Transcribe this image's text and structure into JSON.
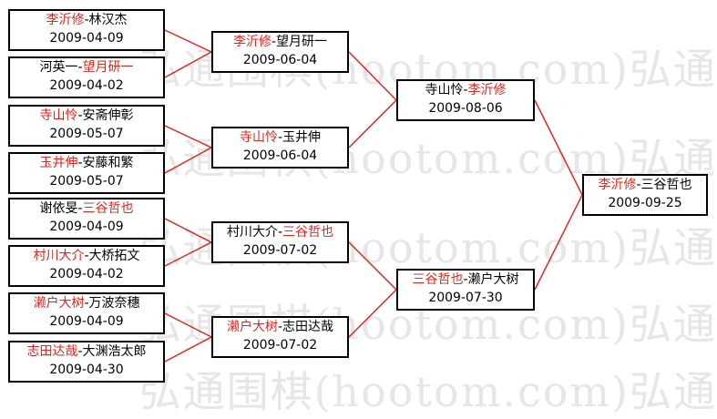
{
  "watermark": "弘通围棋(hootom.com)弘通",
  "round1": [
    {
      "winner_first": true,
      "p1": "李沂修",
      "p2": "林汉杰",
      "date": "2009-04-09"
    },
    {
      "winner_first": false,
      "p1": "河英一",
      "p2": "望月研一",
      "date": "2009-04-02"
    },
    {
      "winner_first": true,
      "p1": "寺山怜",
      "p2": "安斋伸彰",
      "date": "2009-05-07"
    },
    {
      "winner_first": true,
      "p1": "玉井伸",
      "p2": "安藤和繁",
      "date": "2009-05-07"
    },
    {
      "winner_first": false,
      "p1": "谢依旻",
      "p2": "三谷哲也",
      "date": "2009-04-09"
    },
    {
      "winner_first": true,
      "p1": "村川大介",
      "p2": "大桥拓文",
      "date": "2009-04-02"
    },
    {
      "winner_first": true,
      "p1": "濑户大树",
      "p2": "万波奈穗",
      "date": "2009-04-09"
    },
    {
      "winner_first": true,
      "p1": "志田达哉",
      "p2": "大渊浩太郎",
      "date": "2009-04-30"
    }
  ],
  "round2": [
    {
      "winner_first": true,
      "p1": "李沂修",
      "p2": "望月研一",
      "date": "2009-06-04"
    },
    {
      "winner_first": true,
      "p1": "寺山怜",
      "p2": "玉井伸",
      "date": "2009-06-04"
    },
    {
      "winner_first": false,
      "p1": "村川大介",
      "p2": "三谷哲也",
      "date": "2009-07-02"
    },
    {
      "winner_first": true,
      "p1": "濑户大树",
      "p2": "志田达哉",
      "date": "2009-07-02"
    }
  ],
  "round3": [
    {
      "winner_first": false,
      "p1": "寺山怜",
      "p2": "李沂修",
      "date": "2009-08-06"
    },
    {
      "winner_first": true,
      "p1": "三谷哲也",
      "p2": "濑户大树",
      "date": "2009-07-30"
    }
  ],
  "final": [
    {
      "winner_first": true,
      "p1": "李沂修",
      "p2": "三谷哲也",
      "date": "2009-09-25"
    }
  ],
  "colors": {
    "winner": "#e0261e",
    "line": "#e0261e",
    "border": "#000000"
  }
}
